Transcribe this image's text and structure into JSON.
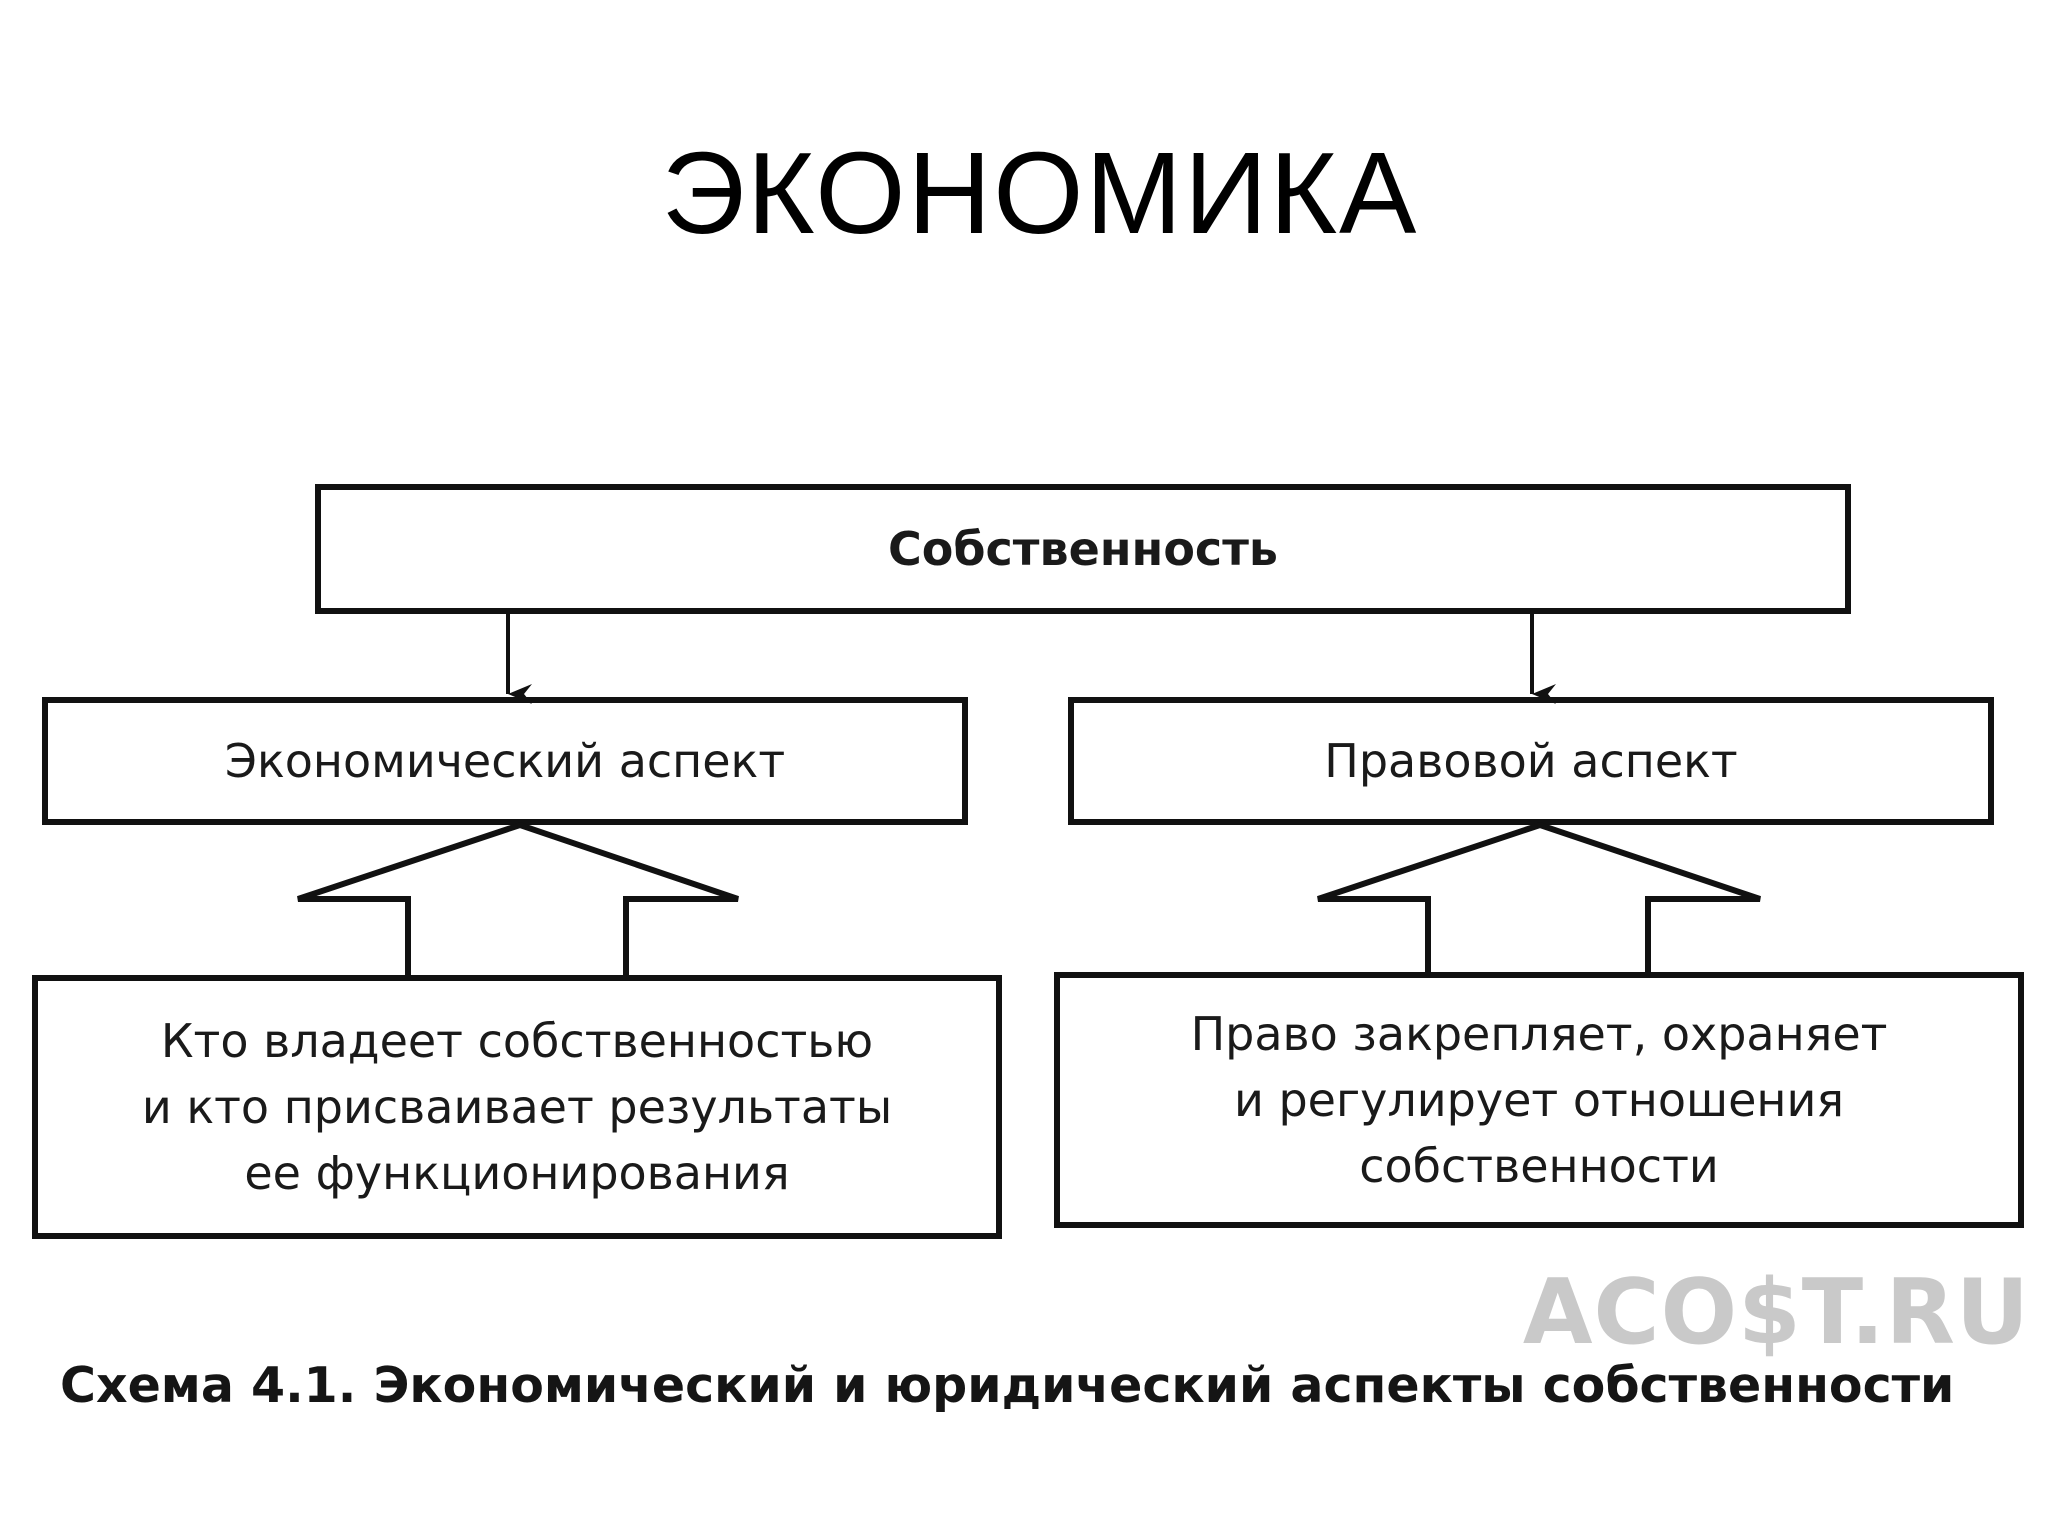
{
  "slide": {
    "title": "ЭКОНОМИКА"
  },
  "diagram": {
    "root": "Собственность",
    "aspects": {
      "left": "Экономический аспект",
      "right": "Правовой аспект"
    },
    "descriptions": {
      "left": [
        "Кто владеет собственностью",
        "и кто присваивает результаты",
        "ее функционирования"
      ],
      "right": [
        "Право закрепляет, охраняет",
        "и регулирует отношения",
        "собственности"
      ]
    }
  },
  "watermark": "ACO$T.RU",
  "caption": "Схема 4.1. Экономический и юридический аспекты собственности"
}
